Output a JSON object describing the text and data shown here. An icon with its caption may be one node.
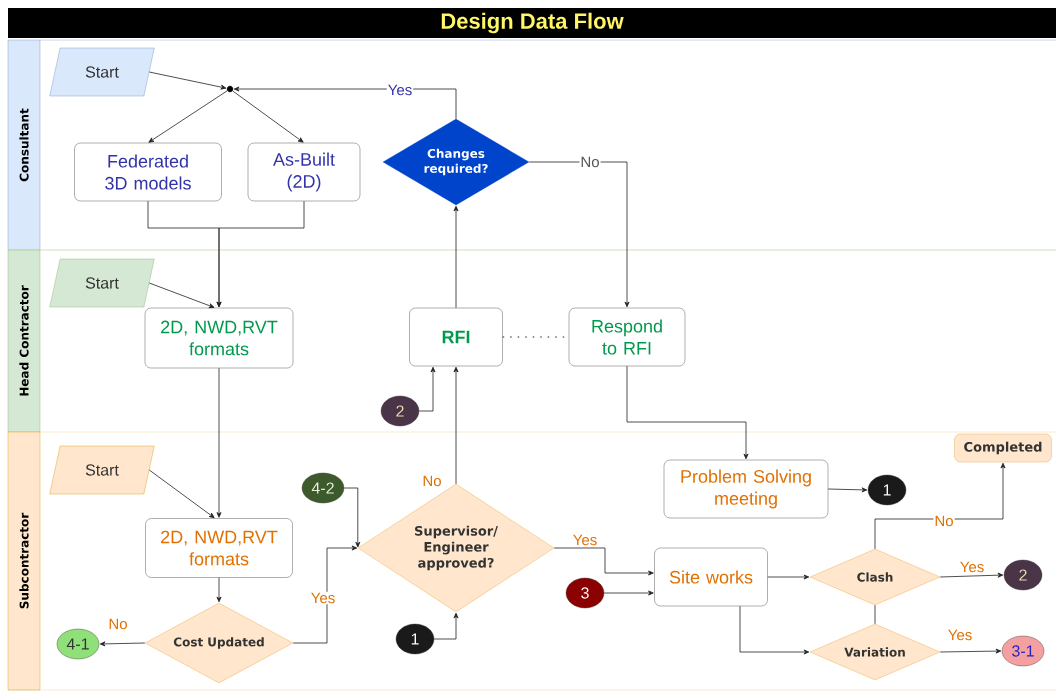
{
  "diagram": {
    "title": "Design Data Flow",
    "nodes": [
      {
        "text": [
          "Consultant"
        ]
      },
      {
        "text": [
          "Head Contractor"
        ]
      },
      {
        "text": [
          "Subcontractor"
        ]
      },
      {
        "text": [
          "Start"
        ],
        "in": 0
      },
      {
        "text": [],
        "shape": "circle",
        "in": 0
      },
      {
        "text": [
          "Federated 3D models"
        ],
        "in": 0
      },
      {
        "text": [
          "As-Built (2D)"
        ],
        "in": 0
      },
      {
        "text": [
          "Changes required?"
        ],
        "in": 0
      },
      {
        "text": [
          "Start"
        ],
        "in": 1
      },
      {
        "text": [
          "2D, NWD,RVT formats"
        ],
        "in": 1
      },
      {
        "text": [
          "RFI"
        ],
        "in": 1
      },
      {
        "text": [
          "Respond to RFI"
        ],
        "in": 1
      },
      {
        "text": [
          "2"
        ],
        "in": 1
      },
      {
        "text": [
          "Start"
        ],
        "in": 2
      },
      {
        "text": [
          "2D, NWD,RVT formats"
        ],
        "in": 2
      },
      {
        "text": [
          "Cost Updated"
        ],
        "in": 2
      },
      {
        "text": [
          "4-1"
        ],
        "in": 2
      },
      {
        "text": [
          "4-2"
        ],
        "in": 2
      },
      {
        "text": [
          "Supervisor/ Engineer approved?"
        ],
        "in": 2
      },
      {
        "text": [
          "1"
        ],
        "in": 2
      },
      {
        "text": [
          "Problem Solving meeting"
        ],
        "in": 2
      },
      {
        "text": [
          "1"
        ],
        "in": 2
      },
      {
        "text": [
          "Completed"
        ],
        "in": 2
      },
      {
        "text": [
          "Site works"
        ],
        "in": 2
      },
      {
        "text": [
          "3"
        ],
        "in": 2
      },
      {
        "text": [
          "Clash"
        ],
        "in": 2
      },
      {
        "text": [
          "2"
        ],
        "in": 2
      },
      {
        "text": [
          "Variation"
        ],
        "in": 2
      },
      {
        "text": [
          "3-1"
        ],
        "in": 2
      }
    ],
    "edges": [
      {
        "from": 3,
        "to": 4,
        "arrow": "to"
      },
      {
        "from": 7,
        "to": 4,
        "arrow": "to",
        "label": "Yes"
      },
      {
        "from": 4,
        "to": 5,
        "arrow": "to"
      },
      {
        "from": 4,
        "to": 6,
        "arrow": "to"
      },
      {
        "from": 5,
        "to": 9,
        "arrow": "to"
      },
      {
        "from": 6,
        "to": 9,
        "arrow": "to"
      },
      {
        "from": 8,
        "to": 9,
        "arrow": "to"
      },
      {
        "from": 10,
        "to": 7,
        "arrow": "to"
      },
      {
        "from": 7,
        "to": 11,
        "arrow": "to",
        "label": "No"
      },
      {
        "from": 10,
        "to": 11,
        "arrow": "none",
        "style": "dashed"
      },
      {
        "from": 12,
        "to": 10,
        "arrow": "to"
      },
      {
        "from": 18,
        "to": 10,
        "arrow": "to",
        "label": "No"
      },
      {
        "from": 11,
        "to": 20,
        "arrow": "to"
      },
      {
        "from": 9,
        "to": 14,
        "arrow": "to"
      },
      {
        "from": 13,
        "to": 14,
        "arrow": "to"
      },
      {
        "from": 14,
        "to": 15,
        "arrow": "to"
      },
      {
        "from": 15,
        "to": 16,
        "arrow": "to",
        "label": "No"
      },
      {
        "from": 15,
        "to": 18,
        "arrow": "to",
        "label": "Yes"
      },
      {
        "from": 17,
        "to": 18,
        "arrow": "to"
      },
      {
        "from": 19,
        "to": 18,
        "arrow": "to"
      },
      {
        "from": 18,
        "to": 23,
        "arrow": "to",
        "label": "Yes"
      },
      {
        "from": 24,
        "to": 23,
        "arrow": "to"
      },
      {
        "from": 20,
        "to": 21,
        "arrow": "to"
      },
      {
        "from": 23,
        "to": 25,
        "arrow": "to"
      },
      {
        "from": 25,
        "to": 22,
        "arrow": "to",
        "label": "No"
      },
      {
        "from": 25,
        "to": 26,
        "arrow": "to",
        "label": "Yes"
      },
      {
        "from": 23,
        "to": 27,
        "arrow": "to"
      },
      {
        "from": 27,
        "to": 28,
        "arrow": "to",
        "label": "Yes"
      },
      {
        "from": 25,
        "to": 27,
        "arrow": "none"
      }
    ]
  }
}
